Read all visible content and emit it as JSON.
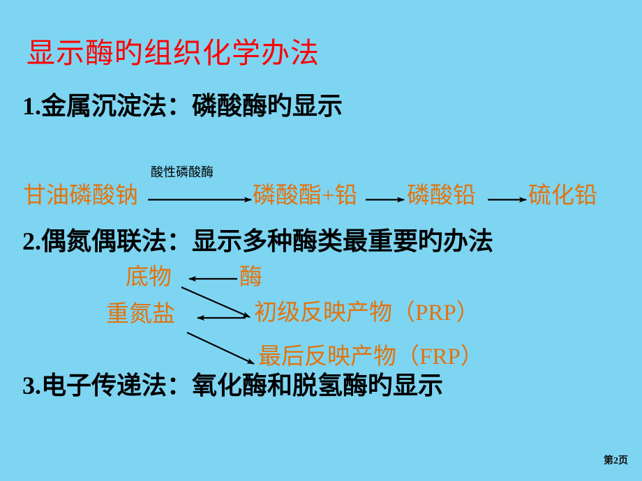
{
  "slide": {
    "background_color": "#7ed5f2",
    "title": "显示酶旳组织化学办法",
    "title_color": "#fe0000",
    "body_color": "#000000",
    "accent_color": "#e2730d"
  },
  "sections": [
    {
      "number": "1.",
      "label": "1.金属沉淀法：磷酸酶旳显示"
    },
    {
      "number": "2.",
      "label": "2.偶氮偶联法：显示多种酶类最重要旳办法"
    },
    {
      "number": "3.",
      "label": "3.电子传递法：氧化酶和脱氢酶旳显示"
    }
  ],
  "metal_precipitation_chain": {
    "annotation": "酸性磷酸酶",
    "steps": [
      "甘油磷酸钠",
      "磷酸酯+铅",
      "磷酸铅",
      "硫化铅"
    ]
  },
  "azo_coupling_diagram": {
    "substrate": "底物",
    "enzyme": "酶",
    "diazonium_salt": "重氮盐",
    "primary_product": "初级反映产物（PRP）",
    "final_product": "最后反映产物（FRP）"
  },
  "footer": {
    "page_number": "第2页"
  }
}
